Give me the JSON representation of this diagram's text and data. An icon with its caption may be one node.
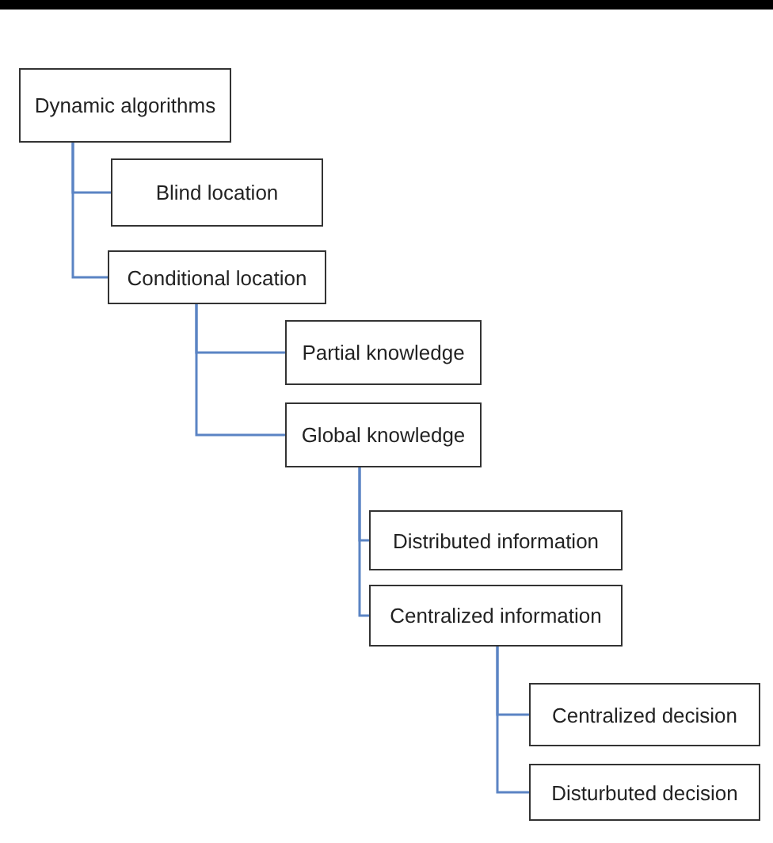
{
  "diagram": {
    "nodes": [
      {
        "text": [
          "Dynamic algorithms"
        ]
      },
      {
        "text": [
          "Blind location"
        ]
      },
      {
        "text": [
          "Conditional location"
        ]
      },
      {
        "text": [
          "Partial knowledge"
        ]
      },
      {
        "text": [
          "Global knowledge"
        ]
      },
      {
        "text": [
          "Distributed information"
        ]
      },
      {
        "text": [
          "Centralized information"
        ]
      },
      {
        "text": [
          "Centralized decision"
        ]
      },
      {
        "text": [
          "Disturbuted decision"
        ]
      }
    ],
    "edges": [
      {
        "from": 0,
        "to": 1,
        "arrow": "none"
      },
      {
        "from": 0,
        "to": 2,
        "arrow": "none"
      },
      {
        "from": 2,
        "to": 3,
        "arrow": "none"
      },
      {
        "from": 2,
        "to": 4,
        "arrow": "none"
      },
      {
        "from": 4,
        "to": 5,
        "arrow": "none"
      },
      {
        "from": 4,
        "to": 6,
        "arrow": "none"
      },
      {
        "from": 6,
        "to": 7,
        "arrow": "none"
      },
      {
        "from": 6,
        "to": 8,
        "arrow": "none"
      }
    ]
  }
}
